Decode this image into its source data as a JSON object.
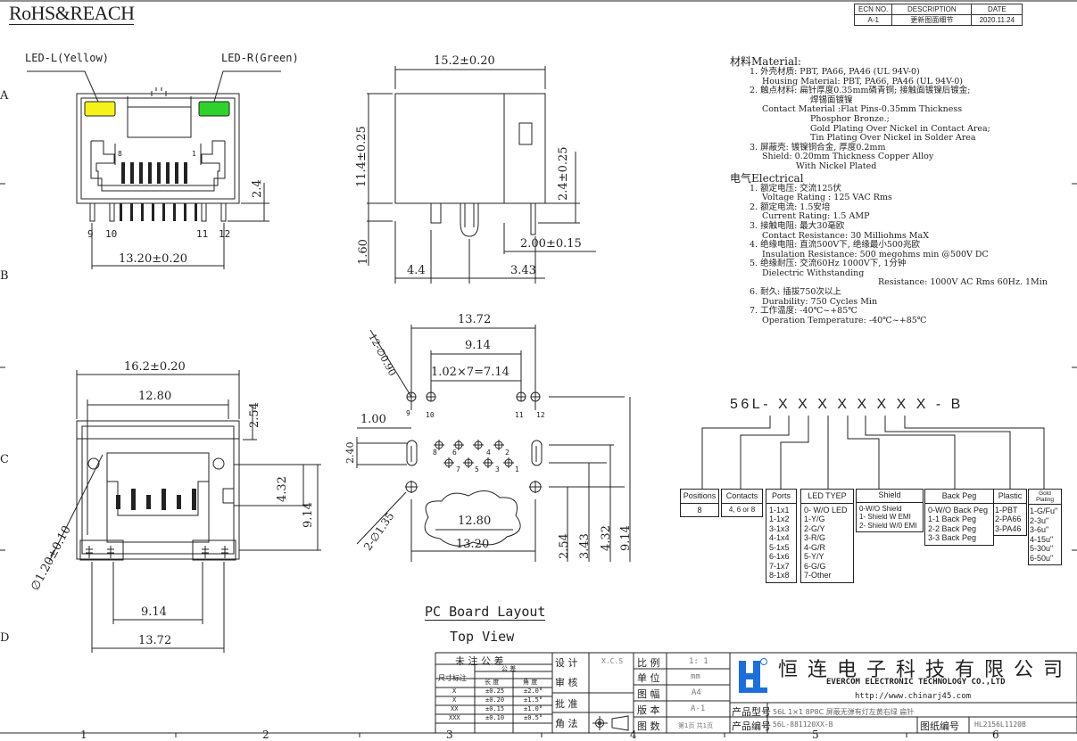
{
  "header": {
    "rohs": "RoHS&REACH"
  },
  "ecn": {
    "h1": "ECN NO.",
    "h2": "DESCRIPTION",
    "h3": "DATE",
    "v1": "A-1",
    "v2": "更新图面细节",
    "v3": "2020.11.24"
  },
  "front": {
    "led_l": "LED-L(Yellow)",
    "led_r": "LED-R(Green)",
    "pin8": "8",
    "pin1": "1",
    "p9": "9",
    "p10": "10",
    "p11": "11",
    "p12": "12",
    "d_24": "2.4",
    "d_1320": "13.20±0.20"
  },
  "side": {
    "d_152": "15.2±0.20",
    "d_114": "11.4±0.25",
    "d_24": "2.4±0.25",
    "d_160": "1.60",
    "d_200": "2.00±0.15",
    "d_44": "4.4",
    "d_343": "3.43"
  },
  "bottom": {
    "d_162": "16.2±0.20",
    "d_1280": "12.80",
    "d_254": "2.54",
    "d_432": "4.32",
    "d_914": "9.14",
    "d_120": "∅1.20±0.10",
    "d_914b": "9.14",
    "d_1372": "13.72"
  },
  "pcb": {
    "d_1372": "13.72",
    "d_914": "9.14",
    "d_102": "1.02×7=7.14",
    "d_090": "12-∅0.90",
    "d_100": "1.00",
    "d_240": "2.40",
    "d_135": "2-∅1.35",
    "d_1280": "12.80",
    "d_1320": "13.20",
    "d_254": "2.54",
    "d_343": "3.43",
    "d_432": "4.32",
    "d_914b": "9.14",
    "n9": "9",
    "n10": "10",
    "n11": "11",
    "n12": "12",
    "n8": "8",
    "n6": "6",
    "n4": "4",
    "n2": "2",
    "n7": "7",
    "n5": "5",
    "n3": "3",
    "n1": "1",
    "label": "PC Board Layout",
    "sub": "Top View"
  },
  "material": {
    "title": "材料Material:",
    "l1": "1. 外壳材质: PBT, PA66, PA46 (UL 94V-0)",
    "l2": "Housing Material: PBT, PA66, PA46 (UL 94V-0)",
    "l3": "2. 触点材料: 扁针厚度0.35mm磷青铜; 接触面镀镍后镀金;",
    "l4": "焊锡面镀镍",
    "l5": "Contact Material :Flat Pins-0.35mm Thickness",
    "l6": "Phosphor Bronze.;",
    "l7": "Gold Plating Over Nickel in Contact Area;",
    "l8": "Tin Plating Over Nickel in Solder Area",
    "l9": "3. 屏蔽壳: 镀镍铜合金, 厚度0.2mm",
    "l10": "Shield: 0.20mm Thickness Copper Alloy",
    "l11": "With Nickel Plated"
  },
  "electrical": {
    "title": "电气Electrical",
    "l1": "1. 额定电压: 交流125伏",
    "l2": "Voltage Rating : 125 VAC Rms",
    "l3": "2. 额定电流: 1.5安培",
    "l4": "Current Rating: 1.5 AMP",
    "l5": "3. 接触电阻: 最大30毫欧",
    "l6": "Contact Resistance: 30 Milliohms MaX",
    "l7": "4. 绝缘电阻: 直流500V下, 绝缘最小500兆欧",
    "l8": "Insulation Resistance: 500 megohms min @500V DC",
    "l9": "5. 绝缘耐压: 交流60Hz 1000V下, 1分钟",
    "l10": "Dielectric Withstanding",
    "l11": "Resistance: 1000V AC Rms 60Hz. 1Min",
    "l12": "6. 耐久: 插拔750次以上",
    "l13": "Durability: 750 Cycles Min",
    "l14": "7. 工作温度: -40℃~+85℃",
    "l15": "Operation Temperature: -40℃~+85℃"
  },
  "partno": {
    "code": "56L- X X X X X X X X - B"
  },
  "options": {
    "positions": {
      "title": "Positions",
      "body": "8"
    },
    "contacts": {
      "title": "Contacts",
      "body": "4, 6 or 8"
    },
    "ports": {
      "title": "Ports",
      "body": [
        "1-1x1",
        "1-1x2",
        "3-1x3",
        "4-1x4",
        "5-1x5",
        "6-1x6",
        "7-1x7",
        "8-1x8"
      ]
    },
    "led": {
      "title": "LED TYEP",
      "body": [
        "0- W/O LED",
        "1-Y/G",
        "2-G/Y",
        "3-R/G",
        "4-G/R",
        "5-Y/Y",
        "6-G/G",
        "7-Other"
      ]
    },
    "shield": {
      "title": "Shield",
      "body": [
        "0-W/O Shield",
        "1- Shield W EMI",
        "2- Shield W/0 EMI"
      ]
    },
    "backpeg": {
      "title": "Back Peg",
      "body": [
        "0-W/O Back Peg",
        "1-1 Back Peg",
        "2-2 Back Peg",
        "3-3 Back Peg"
      ]
    },
    "plastic": {
      "title": "Plastic",
      "body": [
        "1-PBT",
        "2-PA66",
        "3-PA46"
      ]
    },
    "gold": {
      "title": "Gold Plating",
      "body": [
        "1-G/Fu\"",
        "2-3u\"",
        "3-6u\"",
        "4-15u\"",
        "5-30u\"",
        "6-50u\""
      ]
    }
  },
  "titleblock": {
    "tol_title": "未 注 公 差",
    "tol_label": "尺寸标注",
    "tol_h1": "公 差",
    "tol_h2": "长 度",
    "tol_h3": "角 度",
    "tol_rows": [
      [
        "X",
        "±0.25",
        "±2.0°"
      ],
      [
        "X",
        "±0.20",
        "±1.5°"
      ],
      [
        "XX",
        "±0.15",
        "±1.0°"
      ],
      [
        "XXX",
        "±0.10",
        "±0.5°"
      ]
    ],
    "design": "设 计",
    "design_v": "X.C.S",
    "check": "审 核",
    "approve": "批 准",
    "angle": "角 法",
    "scale": "比 例",
    "scale_v": "1: 1",
    "unit": "单 位",
    "unit_v": "mm",
    "size": "图 幅",
    "size_v": "A4",
    "ver": "版 本",
    "ver_v": "A-1",
    "pages": "图 数",
    "pages_v": "第1页 共1页",
    "company_cn": "恒 连 电 子 科 技 有 限 公 司",
    "company_en": "EVERCOM ELECTRONIC TECHNOLOGY CO.,LTD",
    "url": "http://www.chinarj45.com",
    "model_l": "产品型号",
    "model_v": "56L 1×1 8P8C 屏蔽无弹有灯左黄右绿 扁针",
    "code_l": "产品编号",
    "code_v": "56L-881120XX-B",
    "dwg_l": "图纸编号",
    "dwg_v": "HL2156L1120B"
  },
  "frame": {
    "c1": "1",
    "c2": "2",
    "c3": "3",
    "c4": "4",
    "c5": "5",
    "c6": "6",
    "rA": "A",
    "rB": "B",
    "rC": "C",
    "rD": "D"
  },
  "colors": {
    "yellow": "#f7f11a",
    "green": "#2fd12c",
    "logo_blue": "#1c6fd9"
  }
}
